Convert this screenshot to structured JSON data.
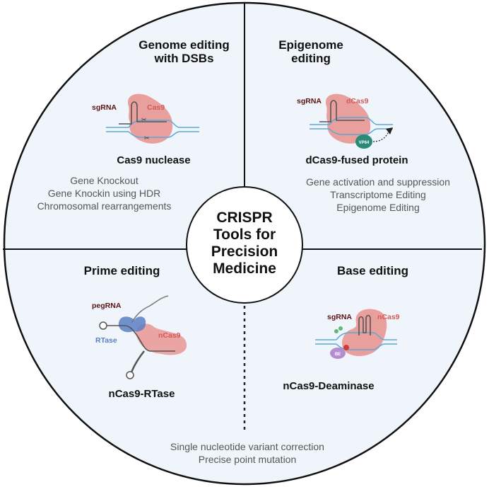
{
  "colors": {
    "background": "#ffffff",
    "quadrant_fill": "#f0f5fc",
    "outline": "#111111",
    "center_fill": "#ffffff",
    "cas9_protein": "#e8908c",
    "sgRNA_label": "#5a1414",
    "cas9_label": "#d25a5a",
    "dna_strand": "#5aa8d8",
    "rtase": "#5b7fc4",
    "vp64": "#2a8a78",
    "deaminase": "#b48ed0",
    "application_text": "#555555"
  },
  "center": {
    "title_lines": [
      "CRISPR",
      "Tools for",
      "Precision",
      "Medicine"
    ]
  },
  "quadrants": {
    "top_left": {
      "title_lines": [
        "Genome editing",
        "with DSBs"
      ],
      "labels": {
        "guide": "sgRNA",
        "protein": "Cas9"
      },
      "icons": [
        "cas9-protein-icon",
        "sgrna-icon",
        "dna-double-strand-icon",
        "scissors-icon"
      ],
      "tool": "Cas9 nuclease",
      "applications": [
        "Gene Knockout",
        "Gene Knockin using HDR",
        "Chromosomal rearrangements"
      ]
    },
    "top_right": {
      "title_lines": [
        "Epigenome",
        "editing"
      ],
      "labels": {
        "guide": "sgRNA",
        "protein": "dCas9",
        "effector": "VP64"
      },
      "icons": [
        "dcas9-protein-icon",
        "sgrna-icon",
        "dna-double-strand-icon",
        "vp64-effector-icon",
        "dashed-arrow-icon"
      ],
      "tool": "dCas9-fused protein",
      "applications": [
        "Gene activation  and suppression",
        "Transcriptome Editing",
        "Epigenome Editing"
      ]
    },
    "bottom_left": {
      "title_lines": [
        "Prime editing"
      ],
      "labels": {
        "guide": "pegRNA",
        "enzyme": "RTase",
        "protein": "nCas9"
      },
      "icons": [
        "ncas9-protein-icon",
        "rtase-icon",
        "pegrna-icon"
      ],
      "tool": "nCas9-RTase"
    },
    "bottom_right": {
      "title_lines": [
        "Base editing"
      ],
      "labels": {
        "guide": "sgRNA",
        "protein": "nCas9",
        "deaminase": "BE"
      },
      "icons": [
        "ncas9-protein-icon",
        "sgrna-icon",
        "dna-double-strand-icon",
        "deaminase-icon"
      ],
      "tool": "nCas9-Deaminase"
    }
  },
  "shared_bottom_applications": [
    "Single nucleotide variant correction",
    "Precise point mutation"
  ]
}
